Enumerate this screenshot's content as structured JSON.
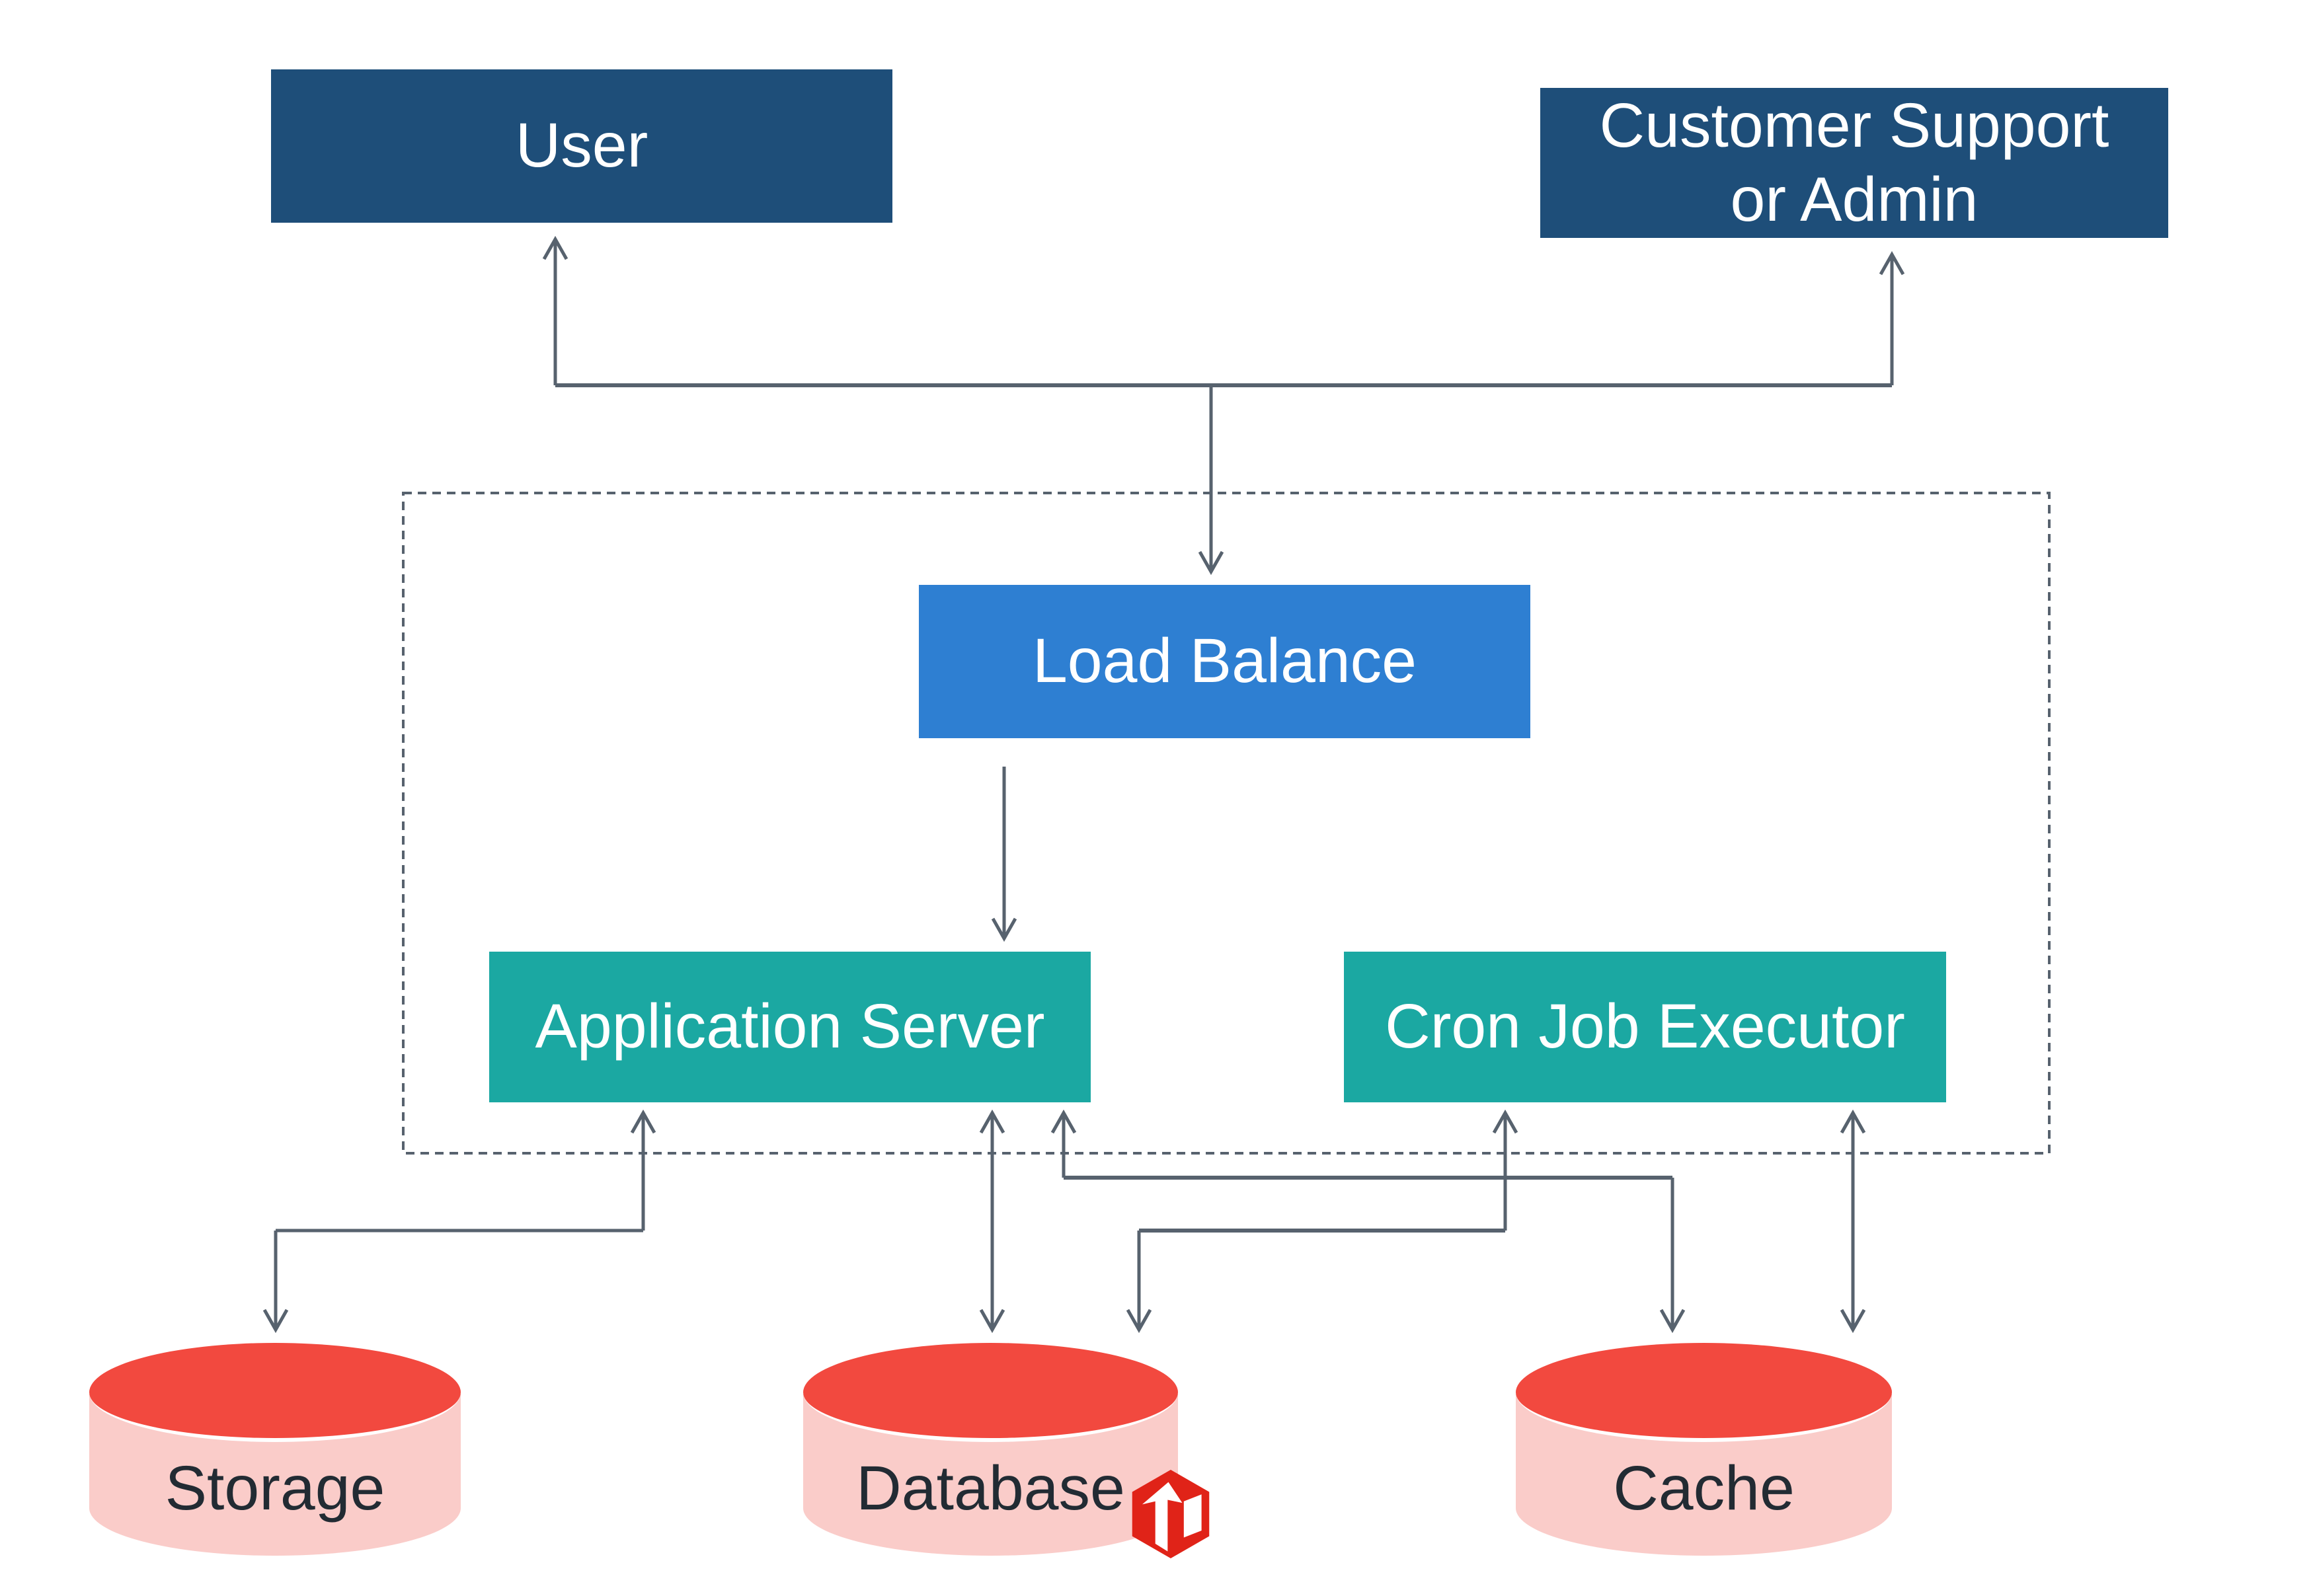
{
  "diagram": {
    "background": "#ffffff",
    "nodes": {
      "user": {
        "label": "User",
        "fill": "#1E4E79",
        "text_color": "#ffffff"
      },
      "customer_support": {
        "label": "Customer Support or Admin",
        "fill": "#1E4E79",
        "text_color": "#ffffff"
      },
      "load_balance": {
        "label": "Load Balance",
        "fill": "#2E7FD2",
        "text_color": "#ffffff"
      },
      "application_server": {
        "label": "Application Server",
        "fill": "#1BA8A2",
        "text_color": "#ffffff"
      },
      "cron_job_executor": {
        "label": "Cron Job Executor",
        "fill": "#1BA8A2",
        "text_color": "#ffffff"
      },
      "storage": {
        "label": "Storage",
        "top_fill": "#F2493F",
        "body_fill": "#FACCC9",
        "text_color": "#222B33"
      },
      "database": {
        "label": "Database",
        "top_fill": "#F2493F",
        "body_fill": "#FACCC9",
        "text_color": "#222B33"
      },
      "cache": {
        "label": "Cache",
        "top_fill": "#F2493F",
        "body_fill": "#FACCC9",
        "text_color": "#222B33"
      }
    },
    "icons": {
      "database_logo": {
        "name": "tidb-logo",
        "hex_fill": "#E02318",
        "glyph_fill": "#ffffff"
      }
    },
    "connector_color": "#57626E",
    "container_border_color": "#57626E",
    "edges": [
      {
        "from": "Load Balance",
        "to": "User",
        "bidirectional": false
      },
      {
        "from": "Load Balance",
        "to": "Customer Support or Admin",
        "bidirectional": false
      },
      {
        "from": "Load Balance",
        "to": "Application Server",
        "bidirectional": false
      },
      {
        "from": "Application Server",
        "to": "Storage",
        "bidirectional": true
      },
      {
        "from": "Application Server",
        "to": "Database",
        "bidirectional": true
      },
      {
        "from": "Application Server",
        "to": "Cache",
        "bidirectional": true
      },
      {
        "from": "Cron Job Executor",
        "to": "Database",
        "bidirectional": true
      },
      {
        "from": "Cron Job Executor",
        "to": "Cache",
        "bidirectional": true
      }
    ]
  }
}
